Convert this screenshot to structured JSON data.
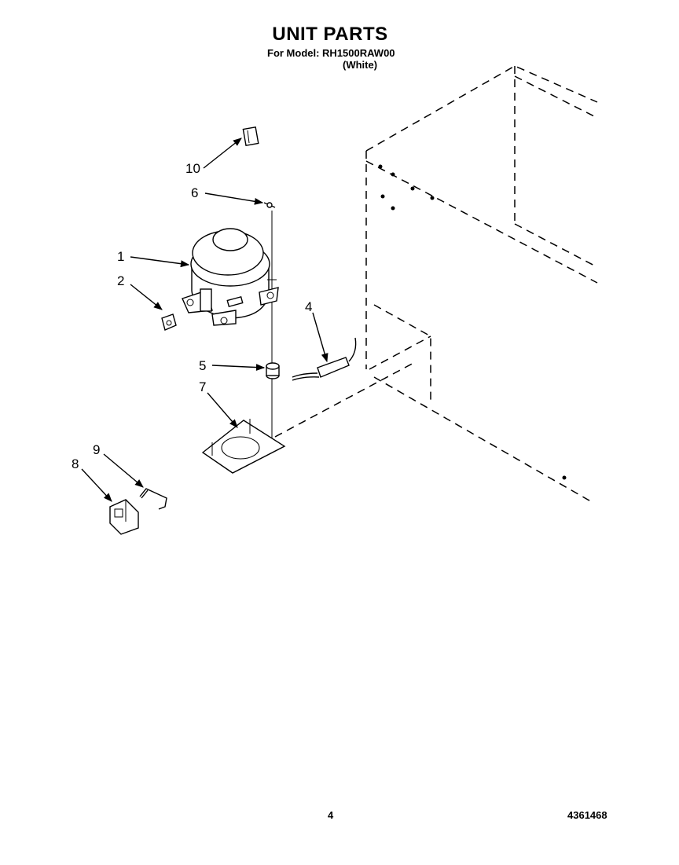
{
  "header": {
    "title": "UNIT PARTS",
    "model_line": "For Model: RH1500RAW00",
    "color_line": "(White)"
  },
  "footer": {
    "page_number": "4",
    "document_number": "4361468"
  },
  "callouts": {
    "c1": "1",
    "c2": "2",
    "c4": "4",
    "c5": "5",
    "c6": "6",
    "c7": "7",
    "c8": "8",
    "c9": "9",
    "c10": "10"
  }
}
